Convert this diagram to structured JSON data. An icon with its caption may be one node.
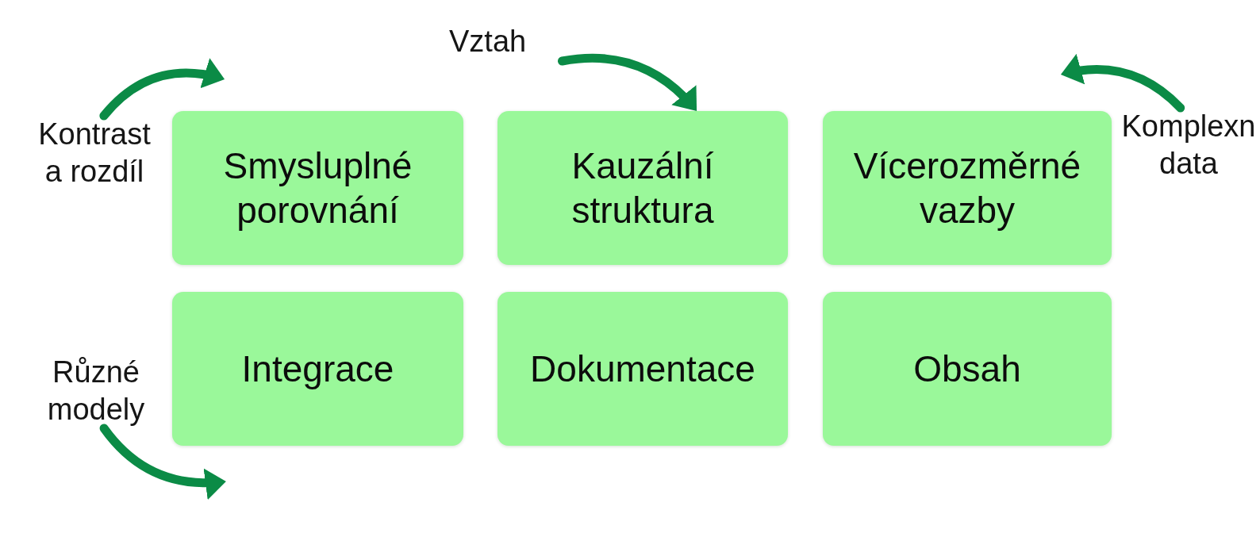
{
  "diagram": {
    "nodes": [
      {
        "text": [
          "Vztah"
        ]
      },
      {
        "text": [
          "Kontrast a rozdíl"
        ]
      },
      {
        "text": [
          "Smysluplné porovnání"
        ]
      },
      {
        "text": [
          "Kauzální struktura"
        ]
      },
      {
        "text": [
          "Vícerozměrné vazby"
        ]
      },
      {
        "text": [
          "Komplexn data"
        ]
      },
      {
        "text": [
          "Různé modely"
        ]
      },
      {
        "text": [
          "Integrace"
        ]
      },
      {
        "text": [
          "Dokumentace"
        ]
      },
      {
        "text": [
          "Obsah"
        ]
      }
    ],
    "edges": [
      {
        "from": 0,
        "to": 3,
        "arrow": "to"
      },
      {
        "from": 1,
        "to": 2,
        "arrow": "to"
      },
      {
        "from": 5,
        "to": 4,
        "arrow": "to"
      },
      {
        "from": 6,
        "to": 7,
        "arrow": "to"
      }
    ]
  }
}
